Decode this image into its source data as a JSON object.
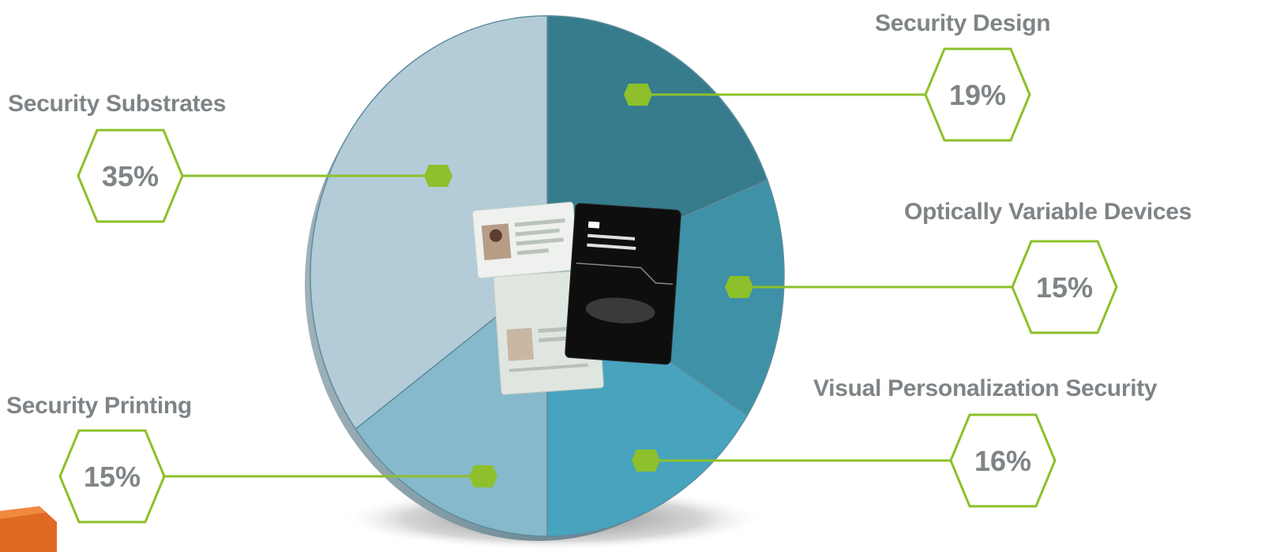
{
  "chart_data": {
    "type": "pie",
    "categories": [
      "Security Design",
      "Optically Variable Devices",
      "Visual Personalization Security",
      "Security Printing",
      "Security Substrates"
    ],
    "values": [
      19,
      15,
      16,
      15,
      35
    ],
    "value_labels": [
      "19%",
      "15%",
      "16%",
      "15%",
      "35%"
    ],
    "colors": [
      "#367c8d",
      "#3e91a7",
      "#47a3be",
      "#86b9cb",
      "#b3ccd8"
    ],
    "title": "",
    "legend": "none"
  },
  "theme": {
    "callout_color": "#8dc02a",
    "label_color": "#7f8487",
    "depth_color": "#79939e",
    "corner_color": "#e06a22"
  },
  "icons": {
    "center_image": "passport-and-id-cards-image",
    "corner": "orange-corner-shape"
  }
}
